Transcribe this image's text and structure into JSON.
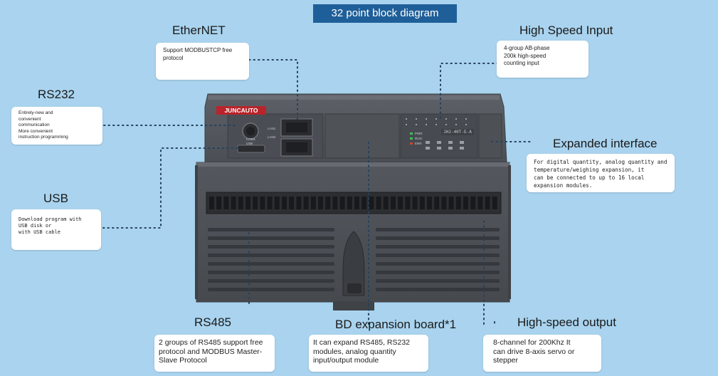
{
  "title": "32 point block diagram",
  "device": {
    "brand": "JUNCAUTO",
    "model": "JH2-40T-E-A",
    "port_labels": {
      "lan1": "LAN1",
      "lan2": "LAN2",
      "com1": "COM1",
      "usb": "USB"
    },
    "status_labels": [
      "PWR",
      "RUN",
      "ERR"
    ]
  },
  "features": {
    "ethernet": {
      "heading": "EtherNET",
      "lines": [
        "Support MODBUSTCP free",
        "protocol"
      ]
    },
    "high_speed_input": {
      "heading": "High Speed Input",
      "lines": [
        "4-group AB-phase",
        "200k high-speed",
        "counting input"
      ]
    },
    "rs232": {
      "heading": "RS232",
      "lines": [
        "Entirely-new and",
        "convenient",
        "communication",
        "More convenient",
        "instruction programming"
      ]
    },
    "expanded_interface": {
      "heading": "Expanded interface",
      "lines": [
        "For digital quantity, analog quantity and",
        "temperature/weighing expansion, it",
        "can be connected  to up to 16 local",
        "expansion modules."
      ]
    },
    "usb": {
      "heading": "USB",
      "lines": [
        "Download program with",
        "USB disk or",
        "with USB cable"
      ]
    },
    "rs485": {
      "heading": "RS485",
      "lines": [
        "2 groups of RS485 support free",
        "protocol and MODBUS Master-",
        "Slave Protocol"
      ]
    },
    "bd_expansion": {
      "heading": "BD expansion board*1",
      "lines": [
        "It can expand RS485, RS232",
        "modules, analog quantity",
        "input/output module"
      ]
    },
    "high_speed_output": {
      "heading": "High-speed output",
      "lines": [
        "8-channel for 200Khz It",
        "can drive 8-axis servo or",
        "stepper"
      ]
    }
  }
}
